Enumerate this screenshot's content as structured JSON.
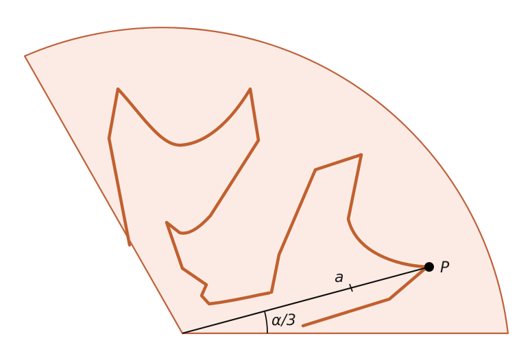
{
  "labels": {
    "point": "P",
    "segment": "a",
    "angle": "α/3"
  },
  "colors": {
    "sector_fill": "#fbebe4",
    "sector_stroke": "#c0603a",
    "curve": "#c1602f",
    "ray": "#111111"
  }
}
